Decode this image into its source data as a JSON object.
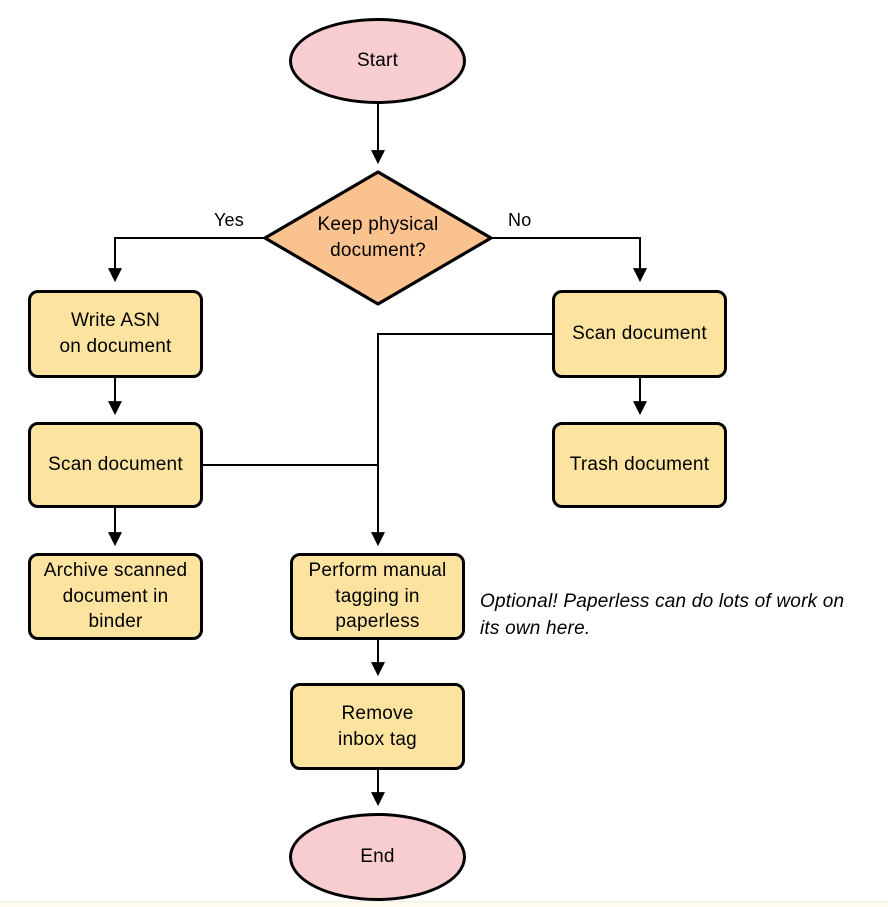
{
  "diagram": {
    "nodes": {
      "start": {
        "label": [
          "Start"
        ]
      },
      "decision": {
        "label": [
          "Keep physical",
          "document?"
        ]
      },
      "write_asn": {
        "label": [
          "Write ASN",
          "on document"
        ]
      },
      "scan_left": {
        "label": [
          "Scan document"
        ]
      },
      "archive": {
        "label": [
          "Archive scanned",
          "document in",
          "binder"
        ]
      },
      "scan_right": {
        "label": [
          "Scan document"
        ]
      },
      "trash": {
        "label": [
          "Trash document"
        ]
      },
      "tagging": {
        "label": [
          "Perform manual",
          "tagging in",
          "paperless"
        ]
      },
      "remove_inbox": {
        "label": [
          "Remove",
          "inbox tag"
        ]
      },
      "end": {
        "label": [
          "End"
        ]
      }
    },
    "edge_labels": {
      "yes": "Yes",
      "no": "No"
    },
    "annotation": {
      "lines": [
        "Optional! Paperless can do lots of work on",
        "its own here."
      ]
    },
    "colors": {
      "terminal_fill": "#f8cdd2",
      "decision_fill": "#fac28f",
      "process_fill": "#fce4a0",
      "stroke": "#000000"
    }
  }
}
